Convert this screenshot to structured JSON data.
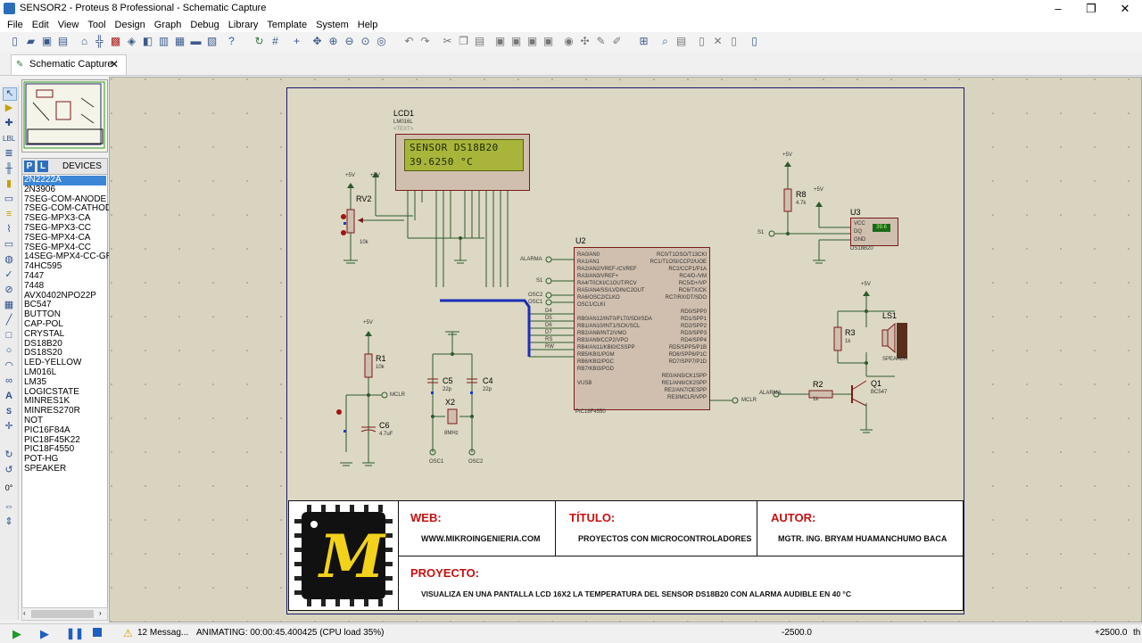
{
  "window": {
    "title": "SENSOR2 - Proteus 8 Professional - Schematic Capture",
    "minimize": "–",
    "maximize": "❐",
    "close": "✕"
  },
  "menu": [
    "File",
    "Edit",
    "View",
    "Tool",
    "Design",
    "Graph",
    "Debug",
    "Library",
    "Template",
    "System",
    "Help"
  ],
  "tab": {
    "label": "Schematic Capture",
    "close": "✕"
  },
  "devices": {
    "p_button": "P",
    "l_button": "L",
    "title": "DEVICES",
    "items": [
      "2N2222A",
      "2N3906",
      "7SEG-COM-ANODE",
      "7SEG-COM-CATHODE",
      "7SEG-MPX3-CA",
      "7SEG-MPX3-CC",
      "7SEG-MPX4-CA",
      "7SEG-MPX4-CC",
      "14SEG-MPX4-CC-GRN",
      "74HC595",
      "7447",
      "7448",
      "AVX0402NPO22P",
      "BC547",
      "BUTTON",
      "CAP-POL",
      "CRYSTAL",
      "DS18B20",
      "DS18S20",
      "LED-YELLOW",
      "LM016L",
      "LM35",
      "LOGICSTATE",
      "MINRES1K",
      "MINRES270R",
      "NOT",
      "PIC16F84A",
      "PIC18F45K22",
      "PIC18F4550",
      "POT-HG",
      "SPEAKER"
    ],
    "selected": "2N2222A"
  },
  "left_tools": {
    "angle": "0°"
  },
  "schematic": {
    "lcd": {
      "ref": "LCD1",
      "part": "LM016L",
      "text": "<TEXT>",
      "line1": "SENSOR DS18B20",
      "line2": "39.6250 °C"
    },
    "rv2": {
      "ref": "RV2",
      "value": "10k"
    },
    "u2": {
      "ref": "U2",
      "part": "PIC18F4550",
      "left_pins": [
        "RA0/AN0",
        "RA1/AN1",
        "RA2/AN2/VREF-/CVREF",
        "RA3/AN3/VREF+",
        "RA4/T0CKI/C1OUT/RCV",
        "RA5/AN4/SS/LVDIN/C2OUT",
        "RA6/OSC2/CLKO",
        "OSC1/CLKI",
        "",
        "RB0/AN12/INT0/FLT0/SDI/SDA",
        "RB1/AN10/INT1/SCK/SCL",
        "RB2/AN8/INT2/VMO",
        "RB3/AN9/CCP2/VPO",
        "RB4/AN11/KBI0/CSSPP",
        "RB5/KBI1/PGM",
        "RB6/KBI2/PGC",
        "RB7/KBI3/PGD",
        "",
        "VUSB"
      ],
      "right_pins": [
        "RC0/T1OSO/T13CKI",
        "RC1/T1OSI/CCP2/UOE",
        "RC2/CCP1/P1A",
        "RC4/D-/VM",
        "RC5/D+/VP",
        "RC6/TX/CK",
        "RC7/RX/DT/SDO",
        "",
        "RD0/SPP0",
        "RD1/SPP1",
        "RD2/SPP2",
        "RD3/SPP3",
        "RD4/SPP4",
        "RD5/SPP5/P1B",
        "RD6/SPP6/P1C",
        "RD7/SPP7/P1D",
        "",
        "RE0/AN5/CK1SPP",
        "RE1/AN6/CK2SPP",
        "RE2/AN7/OESPP",
        "RE3/MCLR/VPP"
      ]
    },
    "u3": {
      "ref": "U3",
      "part": "DS18B20",
      "reading": "39.6",
      "pins": [
        "VCC",
        "DQ",
        "GND"
      ]
    },
    "r8": {
      "ref": "R8",
      "value": "4.7k"
    },
    "r1": {
      "ref": "R1",
      "value": "10k"
    },
    "r3": {
      "ref": "R3",
      "value": "1k"
    },
    "r2": {
      "ref": "R2",
      "value": "1k"
    },
    "q1": {
      "ref": "Q1",
      "part": "BC547"
    },
    "ls1": {
      "ref": "LS1",
      "part": "SPEAKER"
    },
    "c5": {
      "ref": "C5",
      "value": "22p"
    },
    "c4": {
      "ref": "C4",
      "value": "22p"
    },
    "c6": {
      "ref": "C6",
      "value": "4.7uF"
    },
    "x2": {
      "ref": "X2",
      "value": "8MHz"
    },
    "terminals": {
      "alarma": "ALARMA",
      "s1": "S1",
      "osc2": "OSC2",
      "osc1": "OSC1",
      "mclr": "MCLR",
      "vplus": "+5V"
    },
    "bus_labels": [
      "D4",
      "D5",
      "D6",
      "D7",
      "RS",
      "RW"
    ]
  },
  "title_block": {
    "web_label": "WEB:",
    "web_value": "WWW.MIKROINGENIERIA.COM",
    "titulo_label": "TÍTULO:",
    "titulo_value": "PROYECTOS CON MICROCONTROLADORES",
    "autor_label": "AUTOR:",
    "autor_value": "MGTR. ING. BRYAM HUAMANCHUMO BACA",
    "proyecto_label": "PROYECTO:",
    "proyecto_value": "VISUALIZA EN UNA PANTALLA LCD 16X2 LA TEMPERATURA DEL SENSOR DS18B20 CON ALARMA AUDIBLE EN 40 °C",
    "logo_letter": "M"
  },
  "status": {
    "messages": "12 Messag...",
    "animating": "ANIMATING: 00:00:45.400425 (CPU load 35%)",
    "x_coord": "-2500.0",
    "y_coord": "+2500.0",
    "unit": "th"
  }
}
